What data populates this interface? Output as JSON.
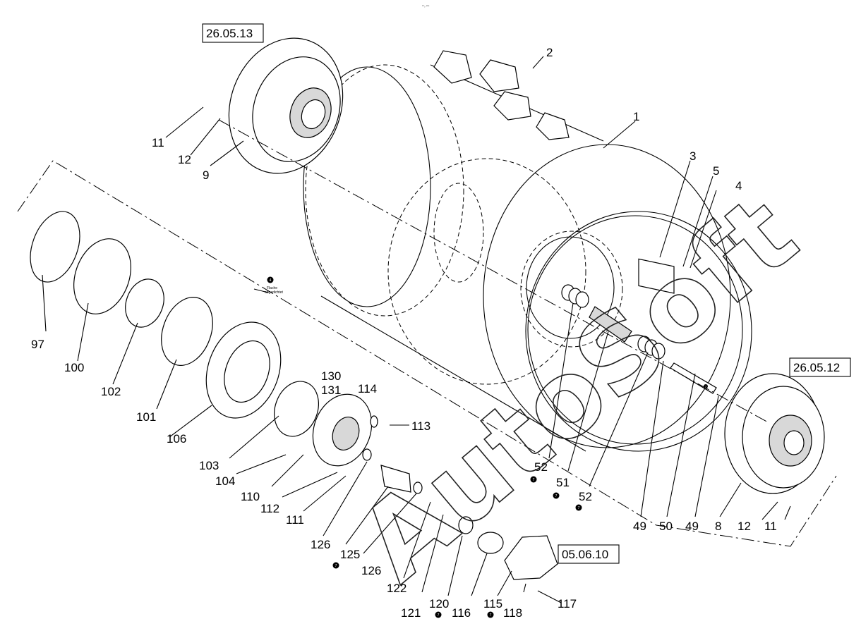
{
  "header_text": "¹⁰₀ ᵃᵇᵃ",
  "ref_boxes": {
    "top_left": "26.05.13",
    "right": "26.05.12",
    "bottom": "05.06.10"
  },
  "note": {
    "line1": "Flache",
    "line2": "abgedichtet"
  },
  "note_marker": "4",
  "watermark": "AutoSoft",
  "part_labels": {
    "p1": "1",
    "p2": "2",
    "p3": "3",
    "p4": "4",
    "p5": "5",
    "p9": "9",
    "p11a": "11",
    "p12a": "12",
    "p97": "97",
    "p100": "100",
    "p102": "102",
    "p101": "101",
    "p106": "106",
    "p103": "103",
    "p104": "104",
    "p110": "110",
    "p112": "112",
    "p111": "111",
    "p130": "130",
    "p131": "131",
    "p114": "114",
    "p113": "113",
    "p126a": "126",
    "p125": "125",
    "p126b": "126",
    "p122": "122",
    "p121": "121",
    "p120": "120",
    "p116": "116",
    "p115": "115",
    "p118": "118",
    "p117": "117",
    "p52a": "52",
    "p51": "51",
    "p52b": "52",
    "p49a": "49",
    "p50": "50",
    "p49b": "49",
    "p8": "8",
    "p12b": "12",
    "p11b": "11"
  },
  "markers": {
    "m1": "7",
    "m2": "7",
    "m3": "7",
    "m4": "7",
    "m5": "7",
    "m6": "7",
    "m7": "7"
  }
}
